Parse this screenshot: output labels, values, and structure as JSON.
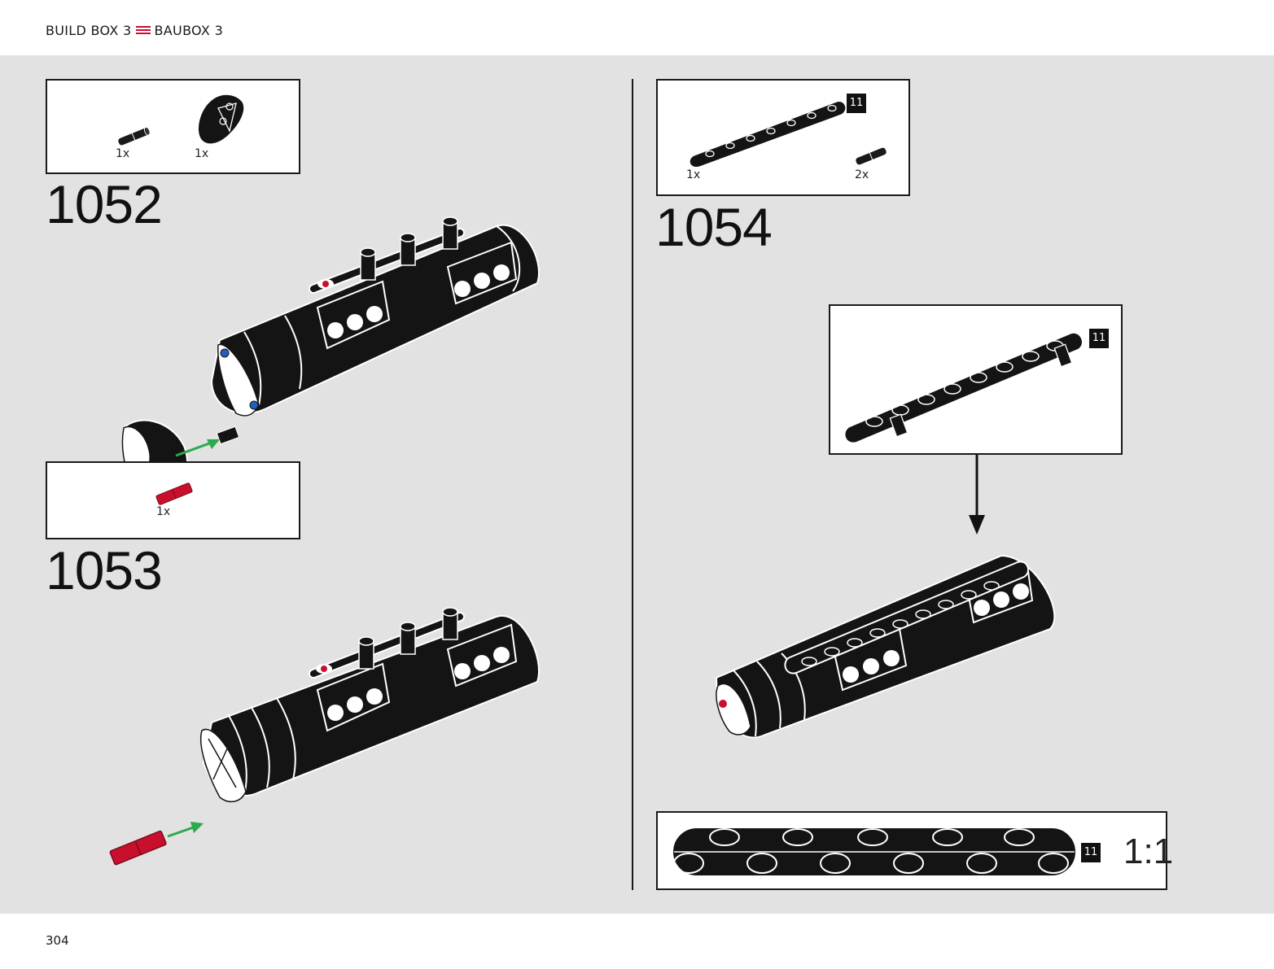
{
  "header": {
    "title_left": "BUILD BOX 3",
    "menu_icon": "menu-icon",
    "title_right": "BAUBOX 3"
  },
  "steps": [
    {
      "number": "1052",
      "parts": [
        {
          "qty": "1x",
          "part": "pin-icon"
        },
        {
          "qty": "1x",
          "part": "curved-panel-icon"
        }
      ]
    },
    {
      "number": "1053",
      "parts": [
        {
          "qty": "1x",
          "part": "red-axle-pin-icon"
        }
      ]
    },
    {
      "number": "1054",
      "parts": [
        {
          "qty": "1x",
          "part": "liftarm-11-icon"
        },
        {
          "qty": "2x",
          "part": "pin-icon"
        }
      ],
      "badge": "11",
      "subassembly_badge": "11"
    }
  ],
  "scale_ruler": {
    "badge": "11",
    "scale": "1:1"
  },
  "footer": {
    "page_number": "304"
  },
  "colors": {
    "accent": "#c8102e",
    "arrow_green": "#2eaa4a",
    "part_black": "#141414",
    "background": "#e2e2e2"
  }
}
